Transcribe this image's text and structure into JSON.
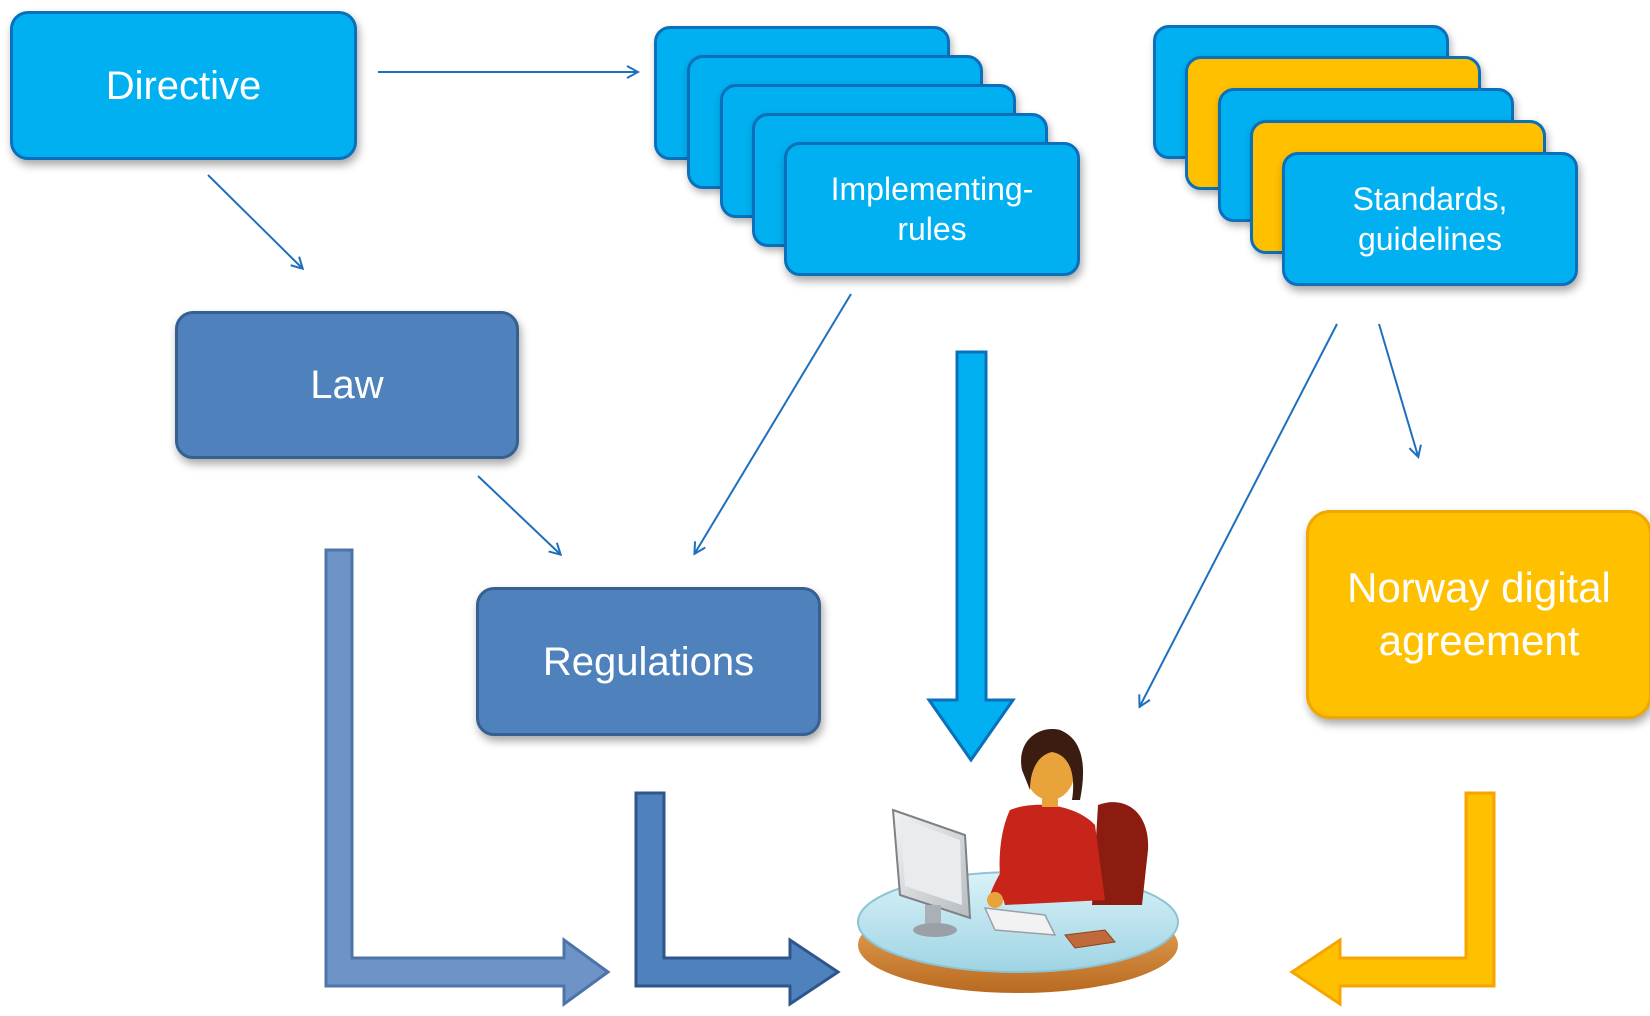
{
  "boxes": {
    "directive": "Directive",
    "law": "Law",
    "regulations": "Regulations",
    "implementing_rules": "Implementing-\nrules",
    "standards": "Standards,\nguidelines",
    "norway": "Norway digital\nagreement"
  },
  "colors": {
    "cyan": "#00b0f0",
    "steel_blue": "#4f81bd",
    "amber": "#ffc000",
    "arrow_blue": "#1f6fbf"
  },
  "icons": {
    "person": "woman-at-computer-desk-icon"
  }
}
